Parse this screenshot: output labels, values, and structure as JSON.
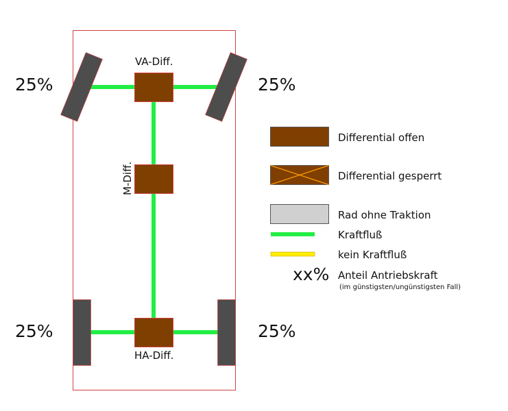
{
  "diagram": {
    "labels": {
      "front_diff": "VA-Diff.",
      "center_diff": "M-Diff.",
      "rear_diff": "HA-Diff."
    },
    "wheel_shares": {
      "front_left": "25%",
      "front_right": "25%",
      "rear_left": "25%",
      "rear_right": "25%"
    }
  },
  "legend": {
    "open_diff": "Differential offen",
    "locked_diff": "Differential gesperrt",
    "no_traction": "Rad ohne Traktion",
    "power_flow": "Kraftfluß",
    "no_power_flow": "kein Kraftfluß",
    "share_symbol": "xx%",
    "share_label": "Anteil Antriebskraft",
    "share_note": "(im günstigsten/ungünstigsten Fall)"
  },
  "colors": {
    "diff": "#7f3f00",
    "wheel": "#4d4d4d",
    "shaft": "#22ee44",
    "frame": "#d04040",
    "locked_cross": "#ff9900",
    "no_traction": "#d0d0d0",
    "no_flow": "#ffee00"
  }
}
